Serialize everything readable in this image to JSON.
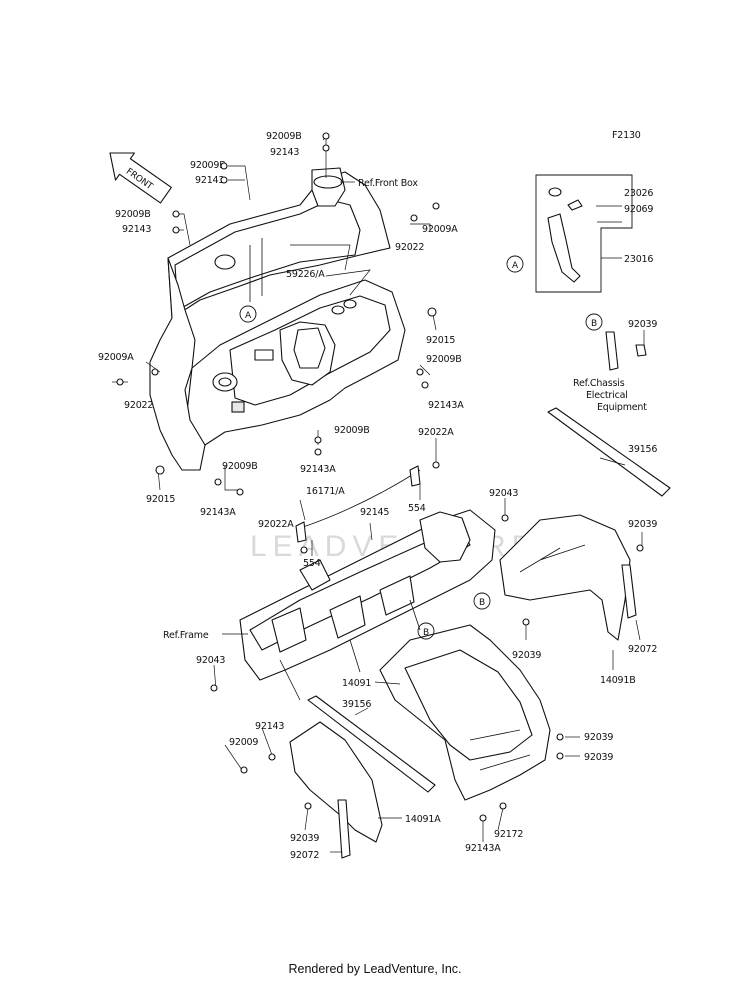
{
  "figure_code": "F2130",
  "front_arrow_text": "FRONT",
  "watermark": "LEADVENTURE",
  "footer_text": "Rendered by LeadVenture, Inc.",
  "callouts": {
    "A": "A",
    "B": "B"
  },
  "labels": {
    "l92009B_1": "92009B",
    "l92143_1": "92143",
    "l92009B_2": "92009B",
    "l92143_2": "92143",
    "lRefFrontBox": "Ref.Front Box",
    "l92009B_3": "92009B",
    "l92143_3": "92143",
    "l92022_1": "92022",
    "l92009A_1": "92009A",
    "l23026": "23026",
    "l92069": "92069",
    "l23016": "23016",
    "l59226A": "59226/A",
    "l92015_1": "92015",
    "l92009B_4": "92009B",
    "l92143A_1": "92143A",
    "l92039_1": "92039",
    "lRefChassis1": "Ref.Chassis",
    "lRefChassis2": "Electrical",
    "lRefChassis3": "Equipment",
    "l92009A_2": "92009A",
    "l92022_2": "92022",
    "l92009B_5": "92009B",
    "l92143A_2": "92143A",
    "l92022A_1": "92022A",
    "l39156_1": "39156",
    "l92015_2": "92015",
    "l92009B_6": "92009B",
    "l92143A_3": "92143A",
    "l16171A": "16171/A",
    "l554_1": "554",
    "l92043_1": "92043",
    "l92022A_2": "92022A",
    "l92145": "92145",
    "l554_2": "554",
    "l92039_2": "92039",
    "lRefFrame": "Ref.Frame",
    "l92072_1": "92072",
    "l92039_3": "92039",
    "l92043_2": "92043",
    "l14091B": "14091B",
    "l14091": "14091",
    "l39156_2": "39156",
    "l92143_4": "92143",
    "l92009": "92009",
    "l92039_4": "92039",
    "l92039_5": "92039",
    "l14091A": "14091A",
    "l92039_6": "92039",
    "l92172": "92172",
    "l92072_2": "92072",
    "l92143A_4": "92143A"
  }
}
